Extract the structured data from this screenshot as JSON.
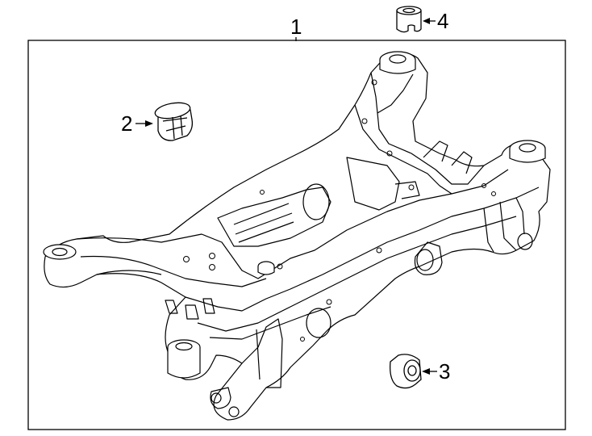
{
  "callouts": [
    {
      "id": "c1",
      "label": "1",
      "part": "subframe-assembly"
    },
    {
      "id": "c2",
      "label": "2",
      "part": "bushing"
    },
    {
      "id": "c3",
      "label": "3",
      "part": "bushing"
    },
    {
      "id": "c4",
      "label": "4",
      "part": "bushing"
    }
  ],
  "colors": {
    "line": "#000000",
    "background": "#ffffff"
  }
}
